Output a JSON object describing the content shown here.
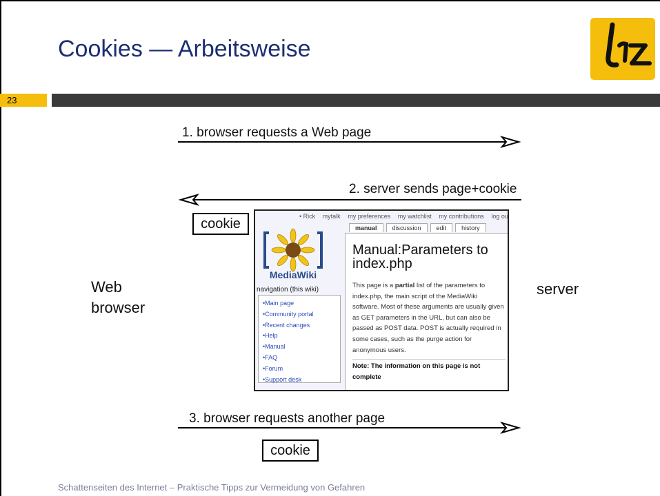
{
  "slide": {
    "title": "Cookies  —  Arbeitsweise",
    "number": "23",
    "footer": "Schattenseiten des Internet  –  Praktische Tipps zur Vermeidung von Gefahren",
    "logo_text": "lrz",
    "accent_color": "#f5be0c",
    "title_color": "#1c2e73"
  },
  "diagram": {
    "step1": "1. browser requests a Web page",
    "step2": "2. server sends page+cookie",
    "step3": "3. browser requests another page",
    "cookie_label_1": "cookie",
    "cookie_label_2": "cookie",
    "client_label_line1": "Web",
    "client_label_line2": "browser",
    "server_label": "server"
  },
  "wiki": {
    "personal_links": [
      "mytalk",
      "my preferences",
      "my watchlist",
      "my contributions",
      "log out"
    ],
    "user_link": "• Rick",
    "tabs": [
      "manual",
      "discussion",
      "edit",
      "history"
    ],
    "logo_name": "MediaWiki",
    "heading": "Manual:Parameters to index.php",
    "body_lead": "This page is a ",
    "body_bold": "partial",
    "body_rest": " list of the parameters to index.php, the main script of the MediaWiki software. Most of these arguments are usually given as GET parameters in the URL, but can also be passed as POST data. POST is actually required in some cases, such as the purge action for anonymous users.",
    "note": "Note: The information on this page is not complete",
    "nav_title": "navigation (this wiki)",
    "nav_items": [
      "Main page",
      "Community portal",
      "Recent changes",
      "Help",
      "Manual",
      "FAQ",
      "Forum",
      "Support desk"
    ]
  }
}
